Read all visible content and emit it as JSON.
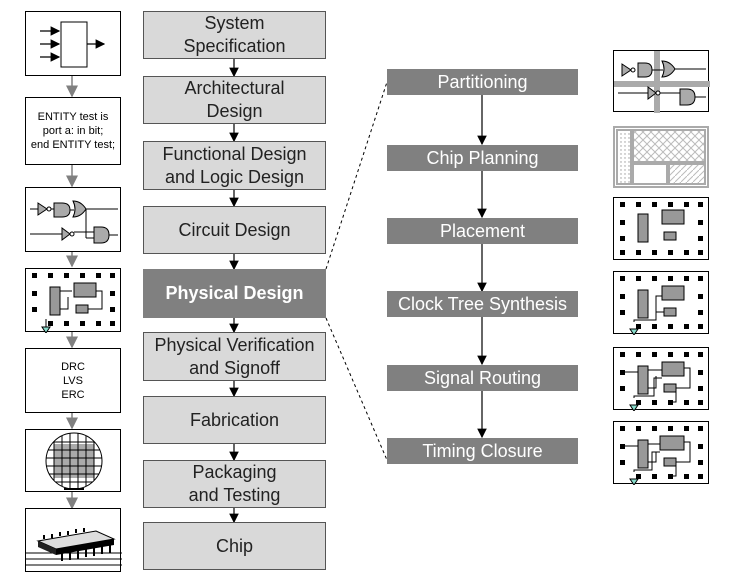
{
  "flow": {
    "steps": [
      "System\nSpecification",
      "Architectural\nDesign",
      "Functional Design\nand Logic Design",
      "Circuit Design",
      "Physical Design",
      "Physical Verification\nand Signoff",
      "Fabrication",
      "Packaging\nand Testing",
      "Chip"
    ]
  },
  "physical_design_steps": [
    "Partitioning",
    "Chip Planning",
    "Placement",
    "Clock Tree Synthesis",
    "Signal Routing",
    "Timing Closure"
  ],
  "thumbnails": {
    "vhdl_code": "ENTITY test is\nport a: in bit;\nend ENTITY test;",
    "verification_checks": "DRC\nLVS\nERC"
  },
  "colors": {
    "light_box": "#d9d9d9",
    "dark_box": "#808080",
    "arrow": "#808080",
    "line": "#000000"
  }
}
